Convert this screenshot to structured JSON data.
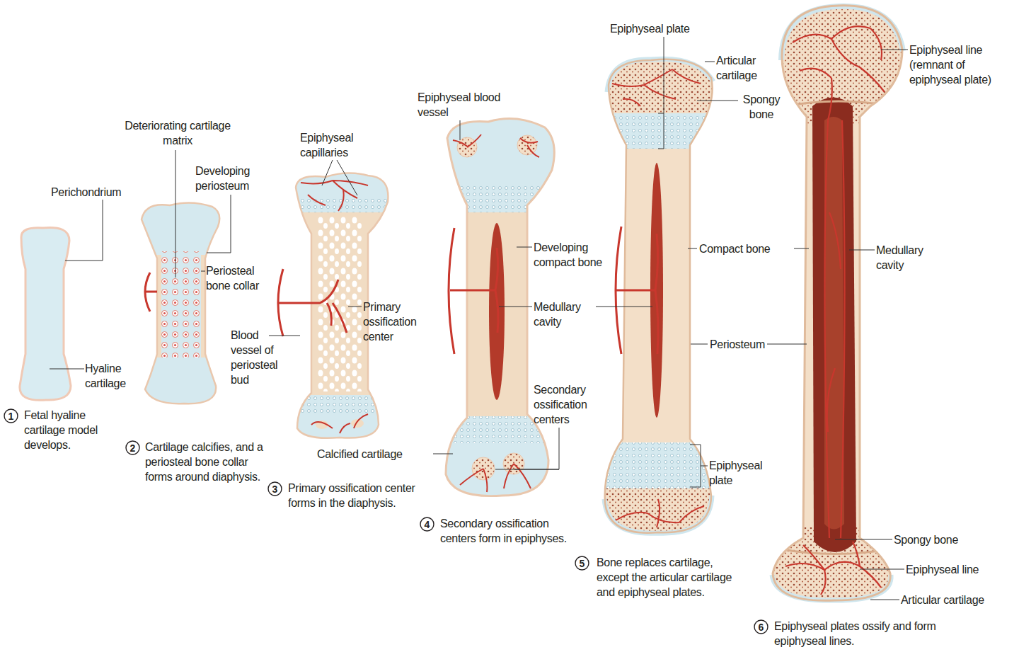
{
  "diagram": {
    "nodes": [
      {
        "text": [
          "1"
        ]
      },
      {
        "text": [
          "2"
        ]
      },
      {
        "text": [
          "3"
        ]
      },
      {
        "text": [
          "4"
        ]
      },
      {
        "text": [
          "5"
        ]
      },
      {
        "text": [
          "6"
        ]
      }
    ],
    "labels": [
      "Perichondrium",
      "Hyaline cartilage",
      "Fetal hyaline cartilage model develops.",
      "Deteriorating cartilage matrix",
      "Developing periosteum",
      "Periosteal bone collar",
      "Cartilage calcifies, and a periosteal bone collar forms around diaphysis.",
      "Epiphyseal capillaries",
      "Primary ossification center",
      "Blood vessel of periosteal bud",
      "Calcified cartilage",
      "Primary ossification center forms in the diaphysis.",
      "Epiphyseal blood vessel",
      "Developing compact bone",
      "Medullary cavity",
      "Secondary ossification centers",
      "Secondary ossification centers form in epiphyses.",
      "Epiphyseal plate",
      "Articular cartilage",
      "Spongy bone",
      "Compact bone",
      "Periosteum",
      "Epiphyseal plate",
      "Bone replaces cartilage, except the articular cartilage and epiphyseal plates.",
      "Epiphyseal line (remnant of epiphyseal plate)",
      "Medullary cavity",
      "Spongy bone",
      "Epiphyseal line",
      "Articular cartilage",
      "Epiphyseal plates ossify and form epiphyseal lines."
    ]
  }
}
